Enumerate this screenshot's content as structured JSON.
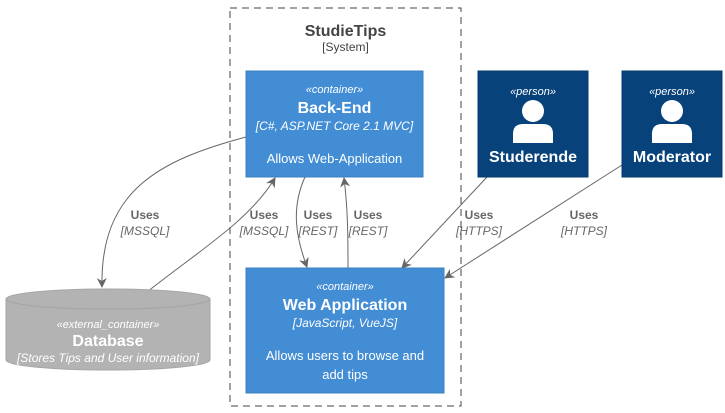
{
  "boundary": {
    "title": "StudieTips",
    "subtitle": "[System]"
  },
  "nodes": {
    "backend": {
      "stereotype": "«container»",
      "name": "Back-End",
      "tech": "[C#, ASP.NET Core 2.1 MVC]",
      "desc": "Allows Web-Application",
      "color": "#438DD5"
    },
    "webapp": {
      "stereotype": "«container»",
      "name": "Web Application",
      "tech": "[JavaScript, VueJS]",
      "desc_line1": "Allows users to browse and",
      "desc_line2": "add tips",
      "color": "#438DD5"
    },
    "studerende": {
      "stereotype": "«person»",
      "name": "Studerende",
      "color": "#08427B"
    },
    "moderator": {
      "stereotype": "«person»",
      "name": "Moderator",
      "color": "#08427B"
    },
    "database": {
      "stereotype": "«external_container»",
      "name": "Database",
      "desc": "[Stores Tips and User information]",
      "color": "#B3B3B3",
      "stroke": "#A6A6A6"
    }
  },
  "edges": [
    {
      "id": "backend-to-database",
      "label": "Uses",
      "tech": "[MSSQL]"
    },
    {
      "id": "database-to-backend",
      "label": "Uses",
      "tech": "[MSSQL]"
    },
    {
      "id": "backend-to-webapp",
      "label": "Uses",
      "tech": "[REST]"
    },
    {
      "id": "webapp-to-backend",
      "label": "Uses",
      "tech": "[REST]"
    },
    {
      "id": "studerende-to-webapp",
      "label": "Uses",
      "tech": "[HTTPS]"
    },
    {
      "id": "moderator-to-webapp",
      "label": "Uses",
      "tech": "[HTTPS]"
    }
  ]
}
